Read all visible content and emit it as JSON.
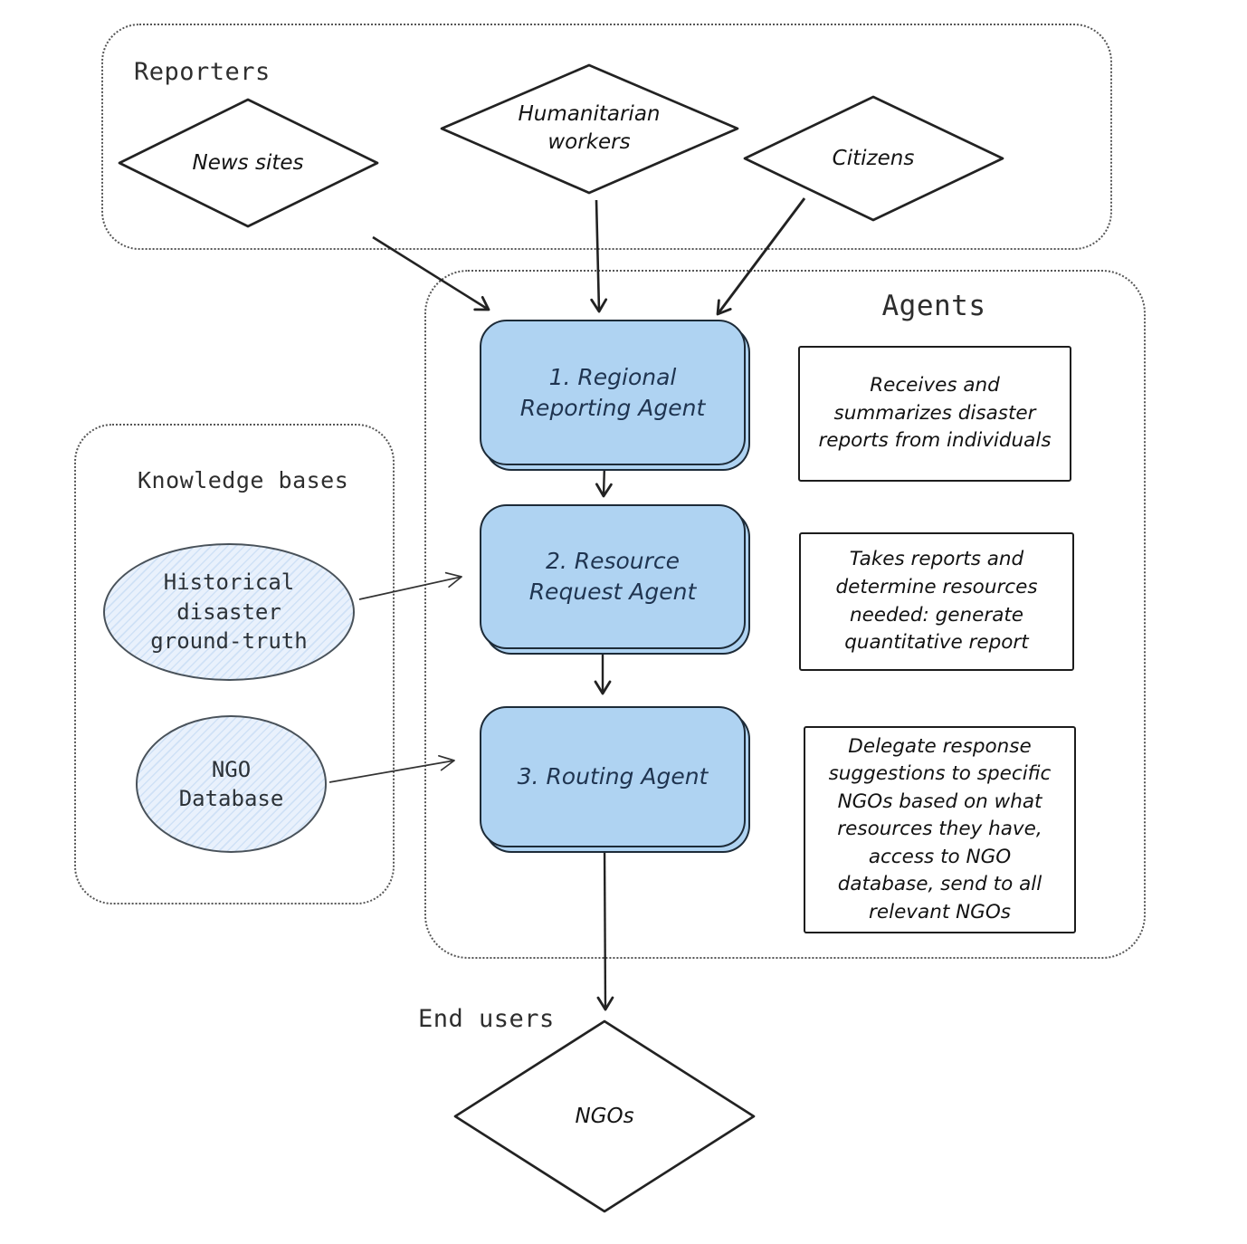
{
  "reporters_group": {
    "label": "Reporters",
    "nodes": [
      {
        "label": "News sites"
      },
      {
        "label": "Humanitarian workers"
      },
      {
        "label": "Citizens"
      }
    ]
  },
  "agents_group": {
    "label": "Agents",
    "agents": [
      {
        "name": "1. Regional Reporting Agent",
        "description": "Receives and summarizes disaster reports from individuals"
      },
      {
        "name": "2. Resource Request Agent",
        "description": "Takes reports and determine resources needed: generate quantitative report"
      },
      {
        "name": "3. Routing Agent",
        "description": "Delegate response suggestions to specific NGOs based on what resources they have, access to NGO database, send to all relevant NGOs"
      }
    ]
  },
  "knowledge_group": {
    "label": "Knowledge bases",
    "nodes": [
      {
        "label": "Historical disaster ground-truth"
      },
      {
        "label": "NGO Database"
      }
    ]
  },
  "end_users_group": {
    "label": "End users",
    "nodes": [
      {
        "label": "NGOs"
      }
    ]
  },
  "colors": {
    "agent_box_fill": "#afd3f2",
    "agent_box_border": "#1d2b38",
    "knowledge_fill": "#e9f1fc",
    "knowledge_hatch": "#cfe1f6",
    "shape_outline": "#222222",
    "dotted_border": "#565656"
  }
}
